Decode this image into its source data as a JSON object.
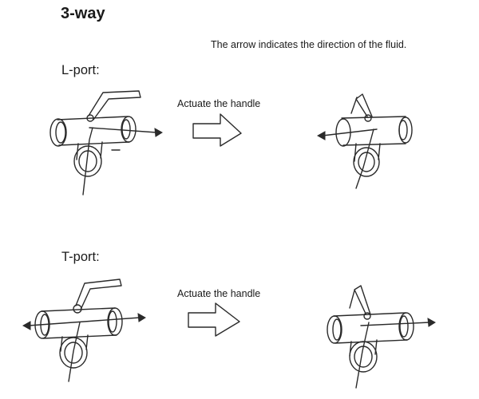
{
  "title": "3-way",
  "note": "The arrow indicates the direction of the fluid.",
  "sections": [
    {
      "label": "L-port:",
      "action": "Actuate the handle"
    },
    {
      "label": "T-port:",
      "action": "Actuate the handle"
    }
  ],
  "icons": {
    "valve": "valve-sketch-icon",
    "arrow": "hollow-right-arrow-icon"
  }
}
